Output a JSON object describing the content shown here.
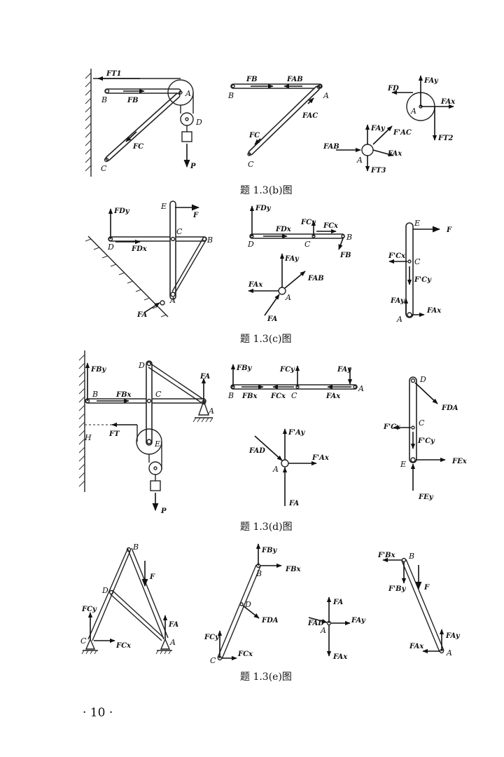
{
  "captions": {
    "b": "题 1.3(b)图",
    "c": "题 1.3(c)图",
    "d": "题 1.3(d)图",
    "e": "题 1.3(e)图"
  },
  "page_number": "· 10 ·",
  "b": {
    "points": {
      "A": "A",
      "B": "B",
      "C": "C",
      "D": "D"
    },
    "forces": {
      "FT1": "FT1",
      "FB": "FB",
      "FC": "FC",
      "P": "P",
      "FAB": "FAB",
      "FAC": "FAC",
      "FAy": "FAy",
      "FAx": "FAx",
      "FT2": "FT2",
      "FD": "FD",
      "FT3": "FT3",
      "FAy2": "FAy",
      "FAC2": "F'AC",
      "FAB2": "FAB",
      "FAx2": "FAx"
    }
  },
  "c": {
    "points": {
      "A": "A",
      "B": "B",
      "C": "C",
      "D": "D",
      "E": "E"
    },
    "forces": {
      "FDy": "FDy",
      "FDx": "FDx",
      "F": "F",
      "FA": "FA",
      "FCy": "FCy",
      "FCx": "FCx",
      "FB": "FB",
      "FAy": "FAy",
      "FAx": "FAx",
      "FAB": "FAB",
      "FCx2": "F'Cx",
      "FCy2": "F'Cy"
    }
  },
  "d": {
    "points": {
      "A": "A",
      "B": "B",
      "C": "C",
      "D": "D",
      "E": "E",
      "H": "H"
    },
    "forces": {
      "FBy": "FBy",
      "FBx": "FBx",
      "FT": "FT",
      "FA": "FA",
      "P": "P",
      "FCy": "FCy",
      "FCx": "FCx",
      "FAy": "FAy",
      "FAx": "FAx",
      "FDA": "FDA",
      "FCx2": "F'Cx",
      "FCy2": "F'Cy",
      "FEx": "FEx",
      "FEy": "FEy",
      "FAD": "FAD",
      "FAy2": "F'Ay",
      "FAx2": "F'Ax"
    }
  },
  "e": {
    "points": {
      "A": "A",
      "B": "B",
      "C": "C",
      "D": "D"
    },
    "forces": {
      "F": "F",
      "FCy": "FCy",
      "FCx": "FCx",
      "FA": "FA",
      "FBy": "FBy",
      "FBx": "FBx",
      "FDA": "FDA",
      "FAD": "FAD",
      "FAy": "FAy",
      "FAx": "FAx",
      "FBx2": "F'Bx",
      "FBy2": "F'By"
    }
  }
}
